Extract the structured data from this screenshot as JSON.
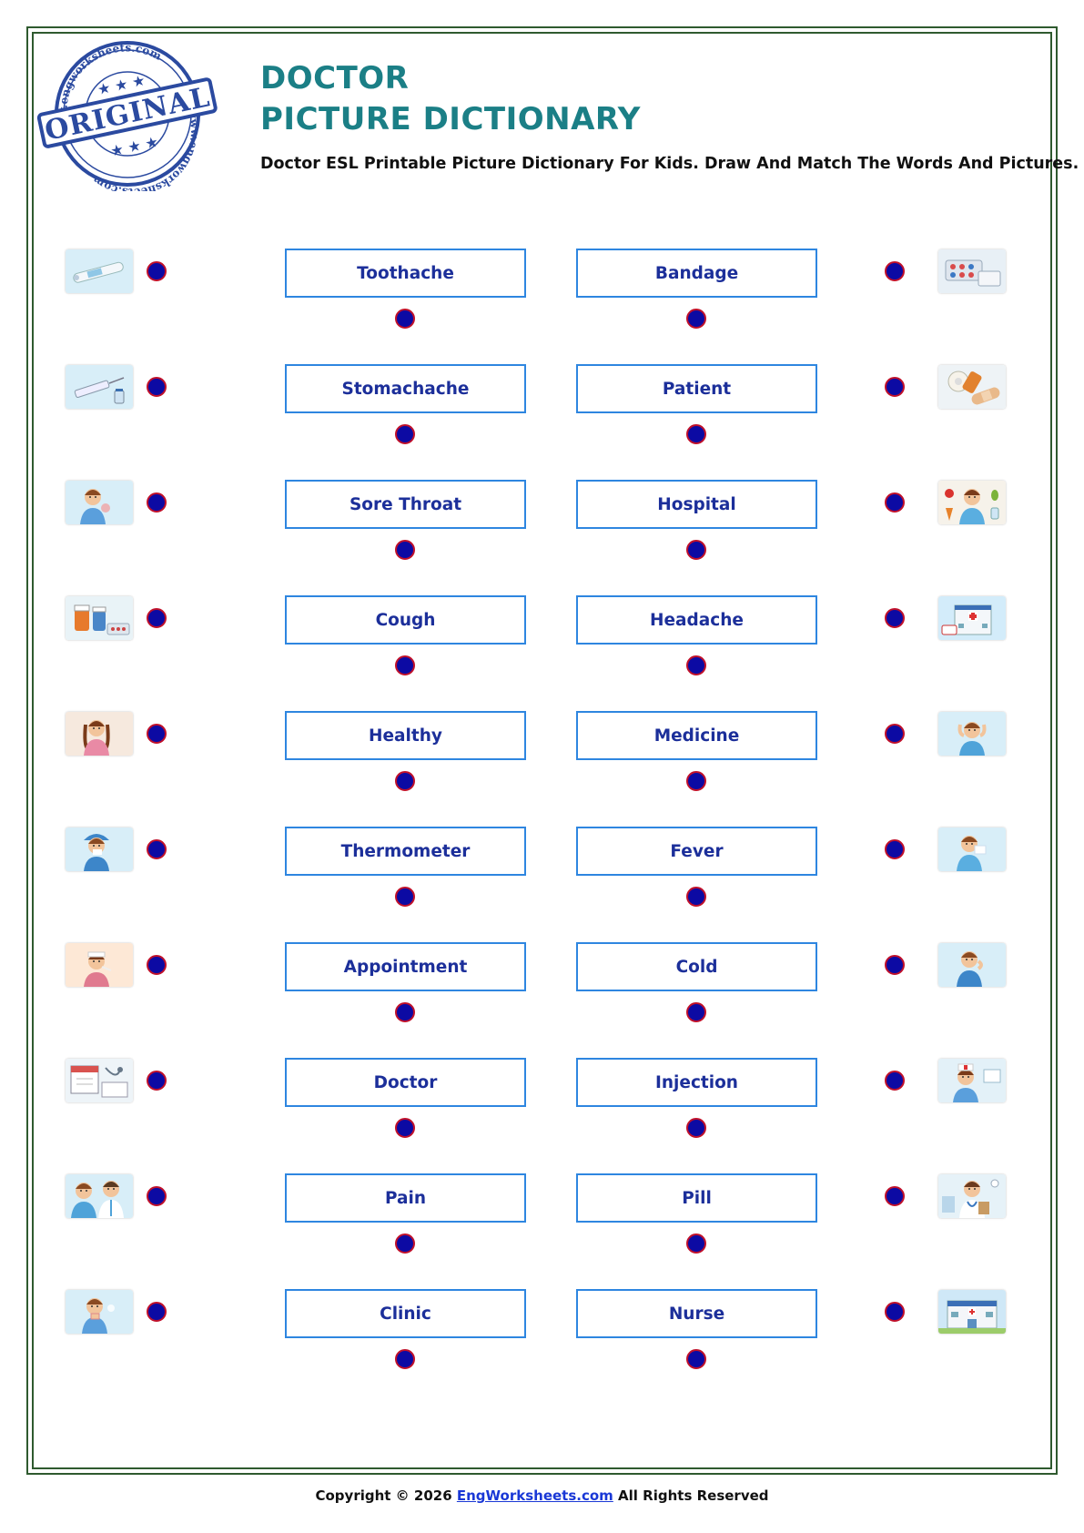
{
  "header": {
    "title_line1": "DOCTOR",
    "title_line2": "PICTURE DICTIONARY",
    "subtitle": "Doctor ESL Printable Picture Dictionary For Kids. Draw And Match The Words And Pictures."
  },
  "stamp": {
    "label": "ORIGINAL",
    "ring_text_top": "www.engworksheets.com",
    "ring_text_bottom": "www.engworksheets.com",
    "color": "#2b4aa0"
  },
  "words_left": [
    "Toothache",
    "Stomachache",
    "Sore Throat",
    "Cough",
    "Healthy",
    "Thermometer",
    "Appointment",
    "Doctor",
    "Pain",
    "Clinic"
  ],
  "words_right": [
    "Bandage",
    "Patient",
    "Hospital",
    "Headache",
    "Medicine",
    "Fever",
    "Cold",
    "Injection",
    "Pill",
    "Nurse"
  ],
  "pictures_left": [
    "thermometer-icon",
    "syringe-icon",
    "boy-shoulder-pain-icon",
    "medicine-bottles-icon",
    "girl-stomachache-icon",
    "boy-cold-tissue-icon",
    "girl-fever-icon",
    "calendar-appointment-icon",
    "doctor-patient-icon",
    "boy-sore-throat-icon"
  ],
  "pictures_right": [
    "pill-blister-icon",
    "bandage-roll-icon",
    "healthy-girl-icon",
    "hospital-building-icon",
    "boy-headache-icon",
    "boy-coughing-icon",
    "boy-toothache-icon",
    "nurse-icon",
    "doctor-clipboard-icon",
    "clinic-building-icon"
  ],
  "colors": {
    "title": "#1b7f86",
    "word_border": "#2e86e0",
    "word_text": "#1c2f9a",
    "dot_fill": "#0c0aa3",
    "dot_border": "#c0102a",
    "frame": "#2f5a2f"
  },
  "footer": {
    "prefix": "Copyright © 2026",
    "link": "EngWorksheets.com",
    "suffix": "All Rights Reserved"
  }
}
